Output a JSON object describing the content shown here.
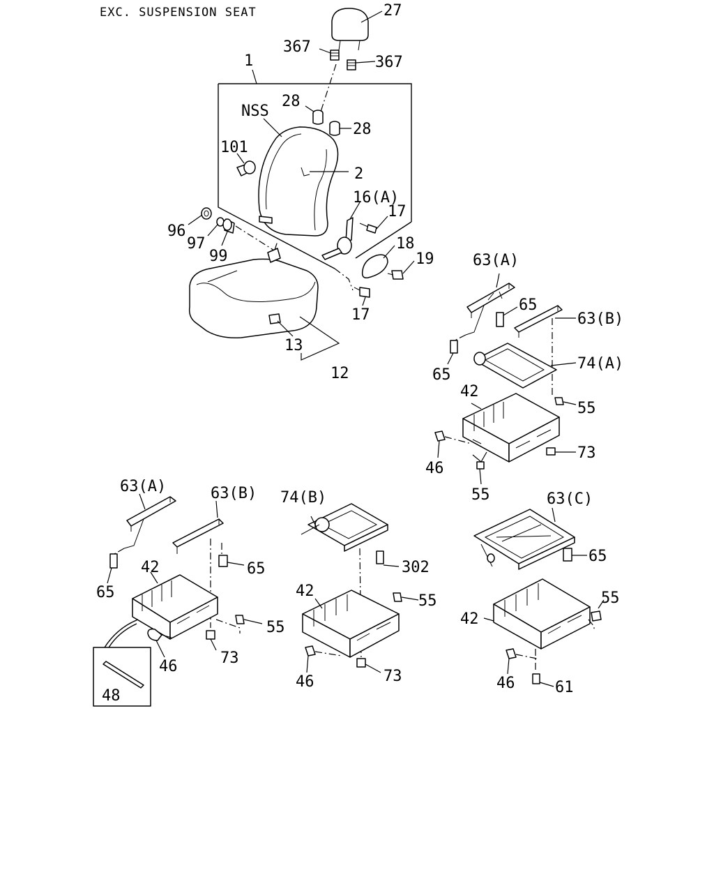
{
  "title": "EXC. SUSPENSION SEAT",
  "labels": {
    "p27": "27",
    "p367a": "367",
    "p367b": "367",
    "p1": "1",
    "p28a": "28",
    "p28b": "28",
    "nss": "NSS",
    "p101": "101",
    "p2": "2",
    "p16a": "16(A)",
    "p17a": "17",
    "p96": "96",
    "p97": "97",
    "p99": "99",
    "p18": "18",
    "p19": "19",
    "p17b": "17",
    "p13": "13",
    "p12": "12",
    "r_63a": "63(A)",
    "r_65a": "65",
    "r_63b": "63(B)",
    "r_65b": "65",
    "r_74a": "74(A)",
    "r_42": "42",
    "r_55a": "55",
    "r_46": "46",
    "r_73": "73",
    "r_55b": "55",
    "l_63a": "63(A)",
    "l_63b": "63(B)",
    "l_65a": "65",
    "l_42": "42",
    "l_65b": "65",
    "l_55": "55",
    "l_46": "46",
    "l_73": "73",
    "l_48": "48",
    "m_74b": "74(B)",
    "m_302": "302",
    "m_42": "42",
    "m_55": "55",
    "m_46": "46",
    "m_73": "73",
    "c_63c": "63(C)",
    "c_65": "65",
    "c_42": "42",
    "c_55": "55",
    "c_46": "46",
    "c_61": "61"
  }
}
